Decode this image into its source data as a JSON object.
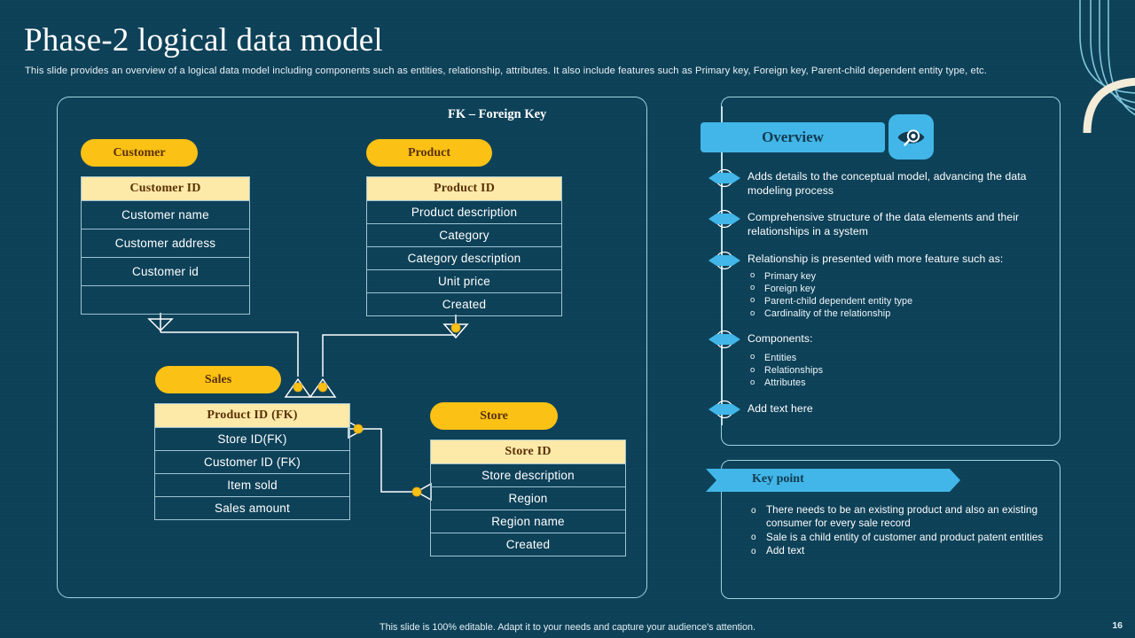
{
  "header": {
    "title": "Phase-2 logical data model",
    "subtitle": "This slide provides an overview of a logical data model including components such as entities, relationship, attributes. It also include features such as Primary key, Foreign key, Parent-child dependent entity type, etc."
  },
  "diagram": {
    "legend": "FK – Foreign Key",
    "entities": [
      {
        "name": "Customer",
        "header": "Customer ID",
        "rows": [
          "Customer name",
          "Customer address",
          "Customer id",
          ""
        ]
      },
      {
        "name": "Product",
        "header": "Product ID",
        "rows": [
          "Product description",
          "Category",
          "Category description",
          "Unit price",
          "Created"
        ]
      },
      {
        "name": "Sales",
        "header": "Product ID (FK)",
        "rows": [
          "Store ID(FK)",
          "Customer ID (FK)",
          "Item sold",
          "Sales amount"
        ]
      },
      {
        "name": "Store",
        "header": "Store ID",
        "rows": [
          "Store description",
          "Region",
          "Region name",
          "Created"
        ]
      }
    ]
  },
  "overview": {
    "banner": "Overview",
    "icon": "eye-search-icon",
    "items": [
      {
        "text": "Adds details to the conceptual model, advancing the data modeling process",
        "subs": []
      },
      {
        "text": "Comprehensive  structure of the data elements and their relationships in a system",
        "subs": []
      },
      {
        "text": "Relationship is presented with more feature such as:",
        "subs": [
          "Primary key",
          "Foreign key",
          "Parent-child dependent entity type",
          "Cardinality of the relationship"
        ]
      },
      {
        "text": "Components:",
        "subs": [
          "Entities",
          "Relationships",
          "Attributes"
        ]
      },
      {
        "text": "Add text here",
        "subs": []
      }
    ]
  },
  "keypoint": {
    "banner": "Key point",
    "items": [
      "There needs to be an existing product and also an existing consumer for every sale record",
      "Sale is a child entity of customer and product patent entities",
      "Add text"
    ]
  },
  "footer": {
    "note": "This slide is 100% editable. Adapt it to your needs and capture your audience's attention.",
    "page_number": "16"
  },
  "colors": {
    "background": "#0d4158",
    "accent_yellow": "#fbc115",
    "header_cell": "#fde9a8",
    "accent_blue": "#42b6e8",
    "border_light": "#9fd3e0"
  }
}
